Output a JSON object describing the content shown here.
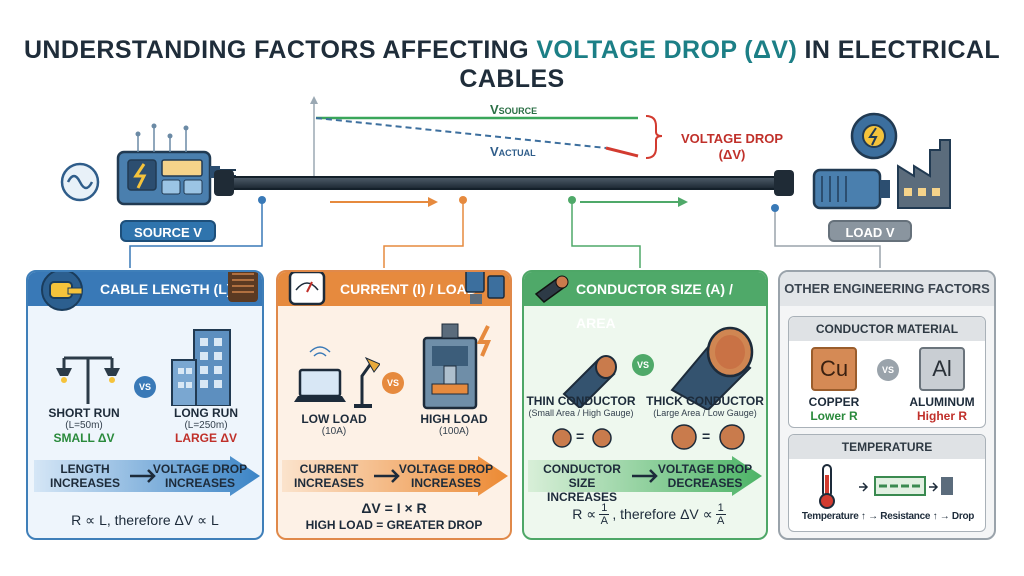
{
  "title": {
    "part1": "UNDERSTANDING FACTORS AFFECTING ",
    "highlight": "VOLTAGE DROP (ΔV)",
    "part2": " IN ELECTRICAL CABLES"
  },
  "top": {
    "v_source_main": "V",
    "v_source_sub": "SOURCE",
    "v_actual_main": "V",
    "v_actual_sub": "ACTUAL",
    "voltage_drop_line1": "VOLTAGE DROP",
    "voltage_drop_line2": "(ΔV)",
    "source_label": "SOURCE V",
    "load_label": "LOAD V"
  },
  "panels": {
    "length": {
      "title": "CABLE LENGTH (L)",
      "left_label": "SHORT RUN",
      "left_sub": "(L=50m)",
      "left_result": "SMALL ΔV",
      "right_label": "LONG RUN",
      "right_sub": "(L=250m)",
      "right_result": "LARGE ΔV",
      "vs": "VS",
      "arrow_left_1": "LENGTH",
      "arrow_left_2": "INCREASES",
      "arrow_right_1": "VOLTAGE DROP",
      "arrow_right_2": "INCREASES",
      "formula": "R ∝ L, therefore ΔV ∝ L"
    },
    "current": {
      "title": "CURRENT (I) / LOAD",
      "left_label": "LOW LOAD",
      "left_sub": "(10A)",
      "right_label": "HIGH LOAD",
      "right_sub": "(100A)",
      "vs": "VS",
      "arrow_left_1": "CURRENT",
      "arrow_left_2": "INCREASES",
      "arrow_right_1": "VOLTAGE DROP",
      "arrow_right_2": "INCREASES",
      "formula1": "ΔV = I × R",
      "formula2": "HIGH LOAD = GREATER DROP"
    },
    "size": {
      "title": "CONDUCTOR SIZE (A) / AREA",
      "left_label": "THIN CONDUCTOR",
      "left_sub": "(Small Area / High Gauge)",
      "right_label": "THICK CONDUCTOR",
      "right_sub": "(Large Area / Low Gauge)",
      "vs": "VS",
      "equals": "=",
      "arrow_left_1": "CONDUCTOR SIZE",
      "arrow_left_2": "INCREASES",
      "arrow_right_1": "VOLTAGE DROP",
      "arrow_right_2": "DECREASES",
      "formula_a": "R ∝",
      "formula_b": ", therefore ΔV ∝",
      "frac_num": "1",
      "frac_den": "A"
    },
    "other": {
      "title": "OTHER ENGINEERING FACTORS",
      "material_title": "CONDUCTOR MATERIAL",
      "cu_symbol": "Cu",
      "cu_name": "COPPER",
      "cu_note": "Lower R",
      "al_symbol": "Al",
      "al_name": "ALUMINUM",
      "al_note": "Higher R",
      "vs": "VS",
      "temp_title": "TEMPERATURE",
      "temp_caption": "Temperature ↑ → Resistance ↑ → Drop"
    }
  },
  "colors": {
    "blue": "#3979b7",
    "orange": "#e68a3e",
    "green": "#4fa969",
    "gray": "#9aa3ab",
    "red": "#c0302a",
    "teal": "#1c7f86"
  }
}
